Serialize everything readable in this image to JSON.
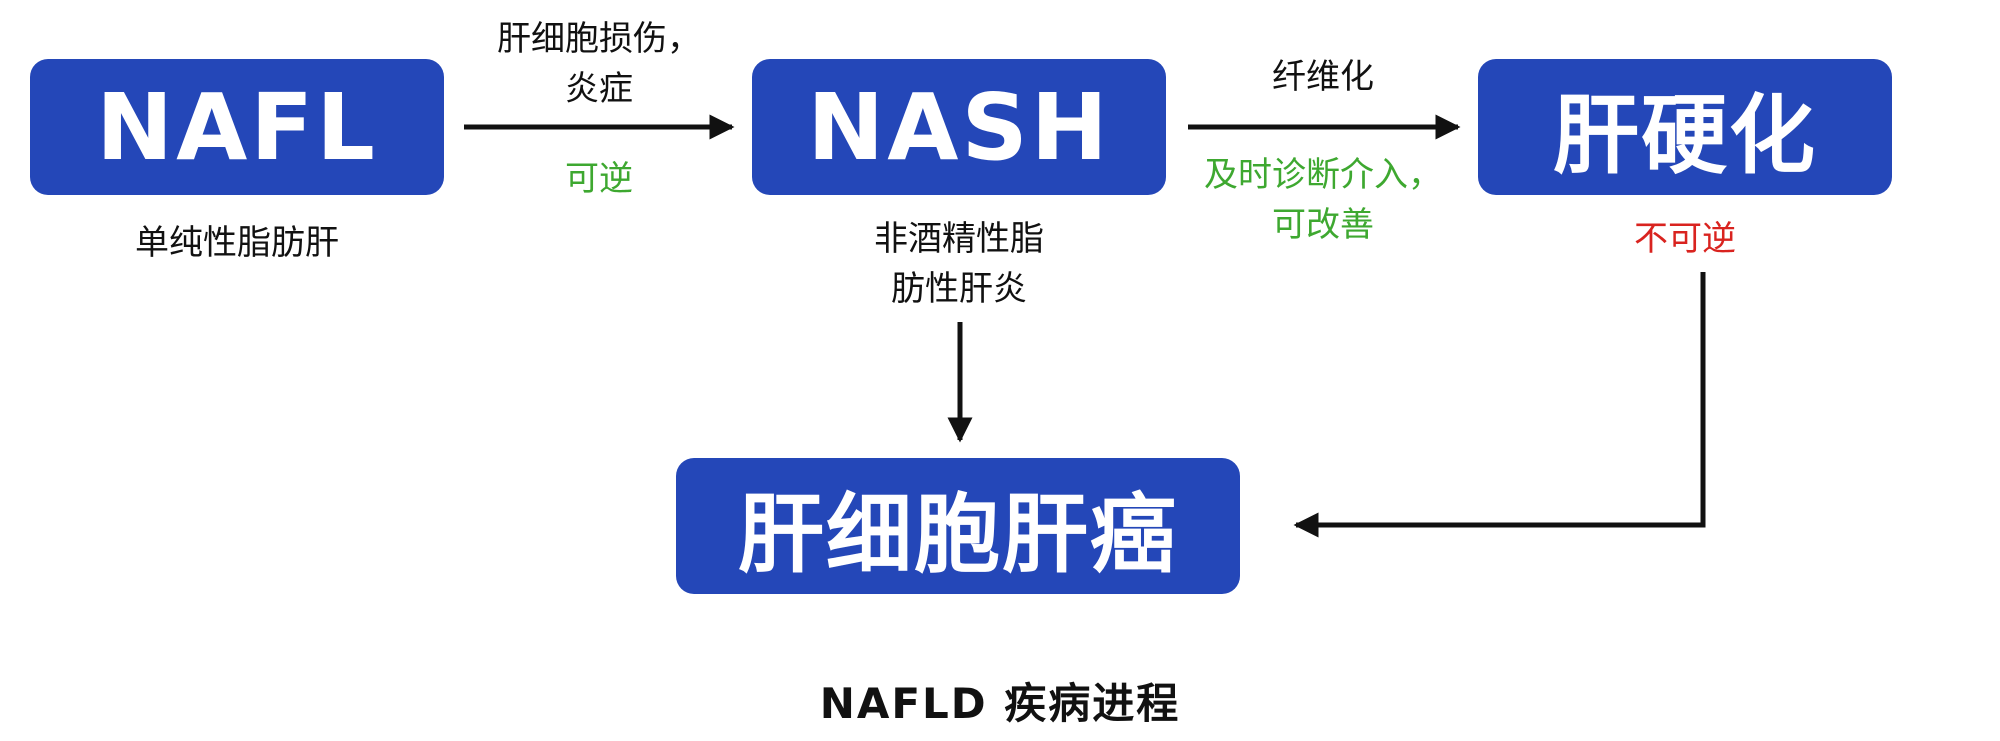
{
  "nodes": {
    "nafl": {
      "label": "NAFL",
      "caption": "单纯性脂肪肝"
    },
    "nash": {
      "label": "NASH",
      "caption_lines": [
        "非酒精性脂",
        "肪性肝炎"
      ]
    },
    "cirrhosis": {
      "label": "肝硬化",
      "caption": "不可逆"
    },
    "hcc": {
      "label": "肝细胞肝癌"
    }
  },
  "edges": {
    "nafl_to_nash": {
      "top_lines": [
        "肝细胞损伤，",
        "炎症"
      ],
      "bottom": "可逆"
    },
    "nash_to_cirrhosis": {
      "top": "纤维化",
      "bottom_lines": [
        "及时诊断介入，",
        "可改善"
      ]
    }
  },
  "footer": {
    "title": "NAFLD 疾病进程"
  },
  "colors": {
    "box_fill": "#2447b8",
    "box_text": "#ffffff",
    "arrow": "#111111",
    "reversible": "#3ea830",
    "irreversible": "#d9231f"
  }
}
